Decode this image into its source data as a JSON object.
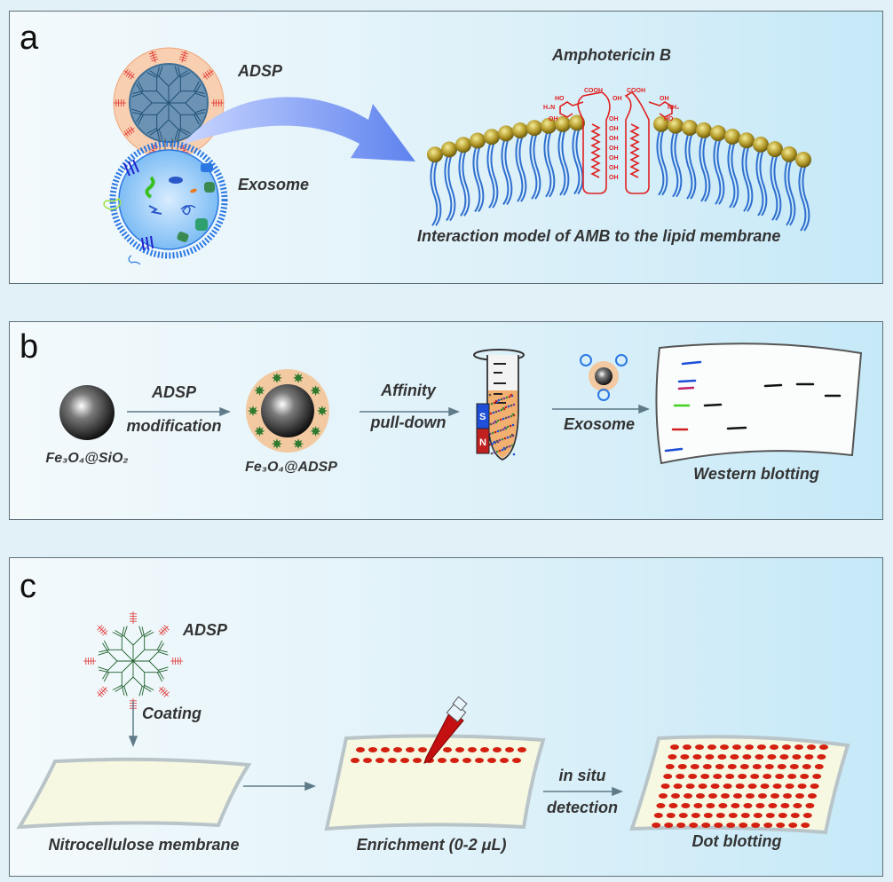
{
  "panel_a": {
    "letter": "a",
    "adsp_label": "ADSP",
    "exosome_label": "Exosome",
    "amb_label": "Amphotericin B",
    "model_caption": "Interaction model of AMB to the lipid membrane",
    "cooh": "COOH",
    "oh": "OH",
    "ho": "HO",
    "nh2": "NH₂",
    "h2n": "H₂N"
  },
  "panel_b": {
    "letter": "b",
    "core_label": "Fe₃O₄@SiO₂",
    "step1_line1": "ADSP",
    "step1_line2": "modification",
    "particle_label": "Fe₃O₄@ADSP",
    "step2_line1": "Affinity",
    "step2_line2": "pull-down",
    "step3_label": "Exosome",
    "blot_label": "Western blotting",
    "magnet_s": "S",
    "magnet_n": "N"
  },
  "panel_c": {
    "letter": "c",
    "adsp_label": "ADSP",
    "coating_label": "Coating",
    "membrane_label": "Nitrocellulose membrane",
    "enrichment_label": "Enrichment (0-2 μL)",
    "insitu_line1": "in situ",
    "insitu_line2": "detection",
    "dot_label": "Dot blotting"
  },
  "colors": {
    "arrow_blue": "#6f8ff0",
    "lipid_head": "#b59b2a",
    "lipid_tail": "#2f6fcf",
    "amb_red": "#e02020",
    "dot_red": "#d42010",
    "membrane_fill": "#f6f8e2",
    "adsp_halo": "#f6c9a8",
    "exosome_blue": "#2b78e4"
  }
}
